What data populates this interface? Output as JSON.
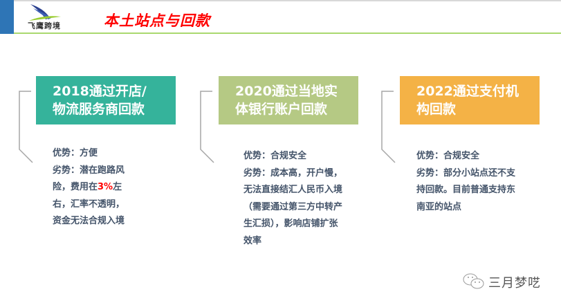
{
  "header": {
    "logo_text": "飞鹰跨境",
    "title": "本土站点与回款",
    "colors": {
      "bar": "#2e75b6",
      "underline": "#a9d86e",
      "title": "#ff0000"
    }
  },
  "stages": [
    {
      "heading": [
        "2018通过开店/",
        "物流服务商回款"
      ],
      "color": "#35b39b",
      "lines": [
        {
          "text": "优势：方便"
        },
        {
          "text": "劣势：潜在跑路风"
        },
        {
          "before": "险，费用在",
          "highlight": "3%",
          "after": "左"
        },
        {
          "text": "右，汇率不透明，"
        },
        {
          "text": "资金无法合规入境"
        }
      ]
    },
    {
      "heading": [
        "2020通过当地实",
        "体银行账户回款"
      ],
      "color": "#b5c984",
      "lines": [
        {
          "text": "优势：合规安全"
        },
        {
          "text": "劣势：成本高，开户慢，"
        },
        {
          "text": "无法直接结汇人民币入境"
        },
        {
          "text": "（需要通过第三方中转产"
        },
        {
          "text": "生汇损），影响店铺扩张"
        },
        {
          "text": "效率"
        }
      ]
    },
    {
      "heading": [
        "2022通过支付机",
        "构回款"
      ],
      "color": "#f4b246",
      "lines": [
        {
          "text": "优势：合规安全"
        },
        {
          "text": "劣势：部分小站点还不支"
        },
        {
          "text": "持回款。目前普通支持东"
        },
        {
          "text": "南亚的站点"
        }
      ]
    }
  ],
  "watermark": {
    "icon": "wechat-icon",
    "author": "三月梦呓"
  }
}
